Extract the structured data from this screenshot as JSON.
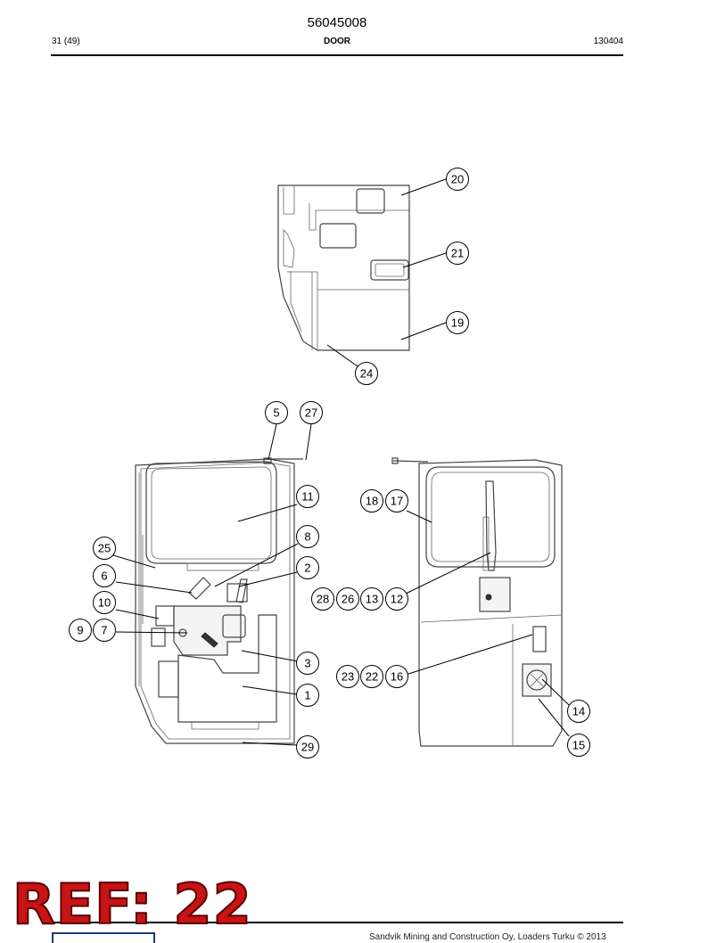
{
  "header": {
    "document_number": "56045008",
    "page": "31 (49)",
    "section_title": "DOOR",
    "date_code": "130404"
  },
  "stamp": {
    "text": "REF: 22",
    "color": "#c81414"
  },
  "footer": {
    "copyright": "Sandvik Mining and Construction Oy, Loaders Turku © 2013"
  },
  "callouts": [
    {
      "id": "20",
      "label": "20"
    },
    {
      "id": "21",
      "label": "21"
    },
    {
      "id": "19",
      "label": "19"
    },
    {
      "id": "24",
      "label": "24"
    },
    {
      "id": "5",
      "label": "5"
    },
    {
      "id": "27",
      "label": "27"
    },
    {
      "id": "11",
      "label": "11"
    },
    {
      "id": "8",
      "label": "8"
    },
    {
      "id": "2",
      "label": "2"
    },
    {
      "id": "25",
      "label": "25"
    },
    {
      "id": "6",
      "label": "6"
    },
    {
      "id": "10",
      "label": "10"
    },
    {
      "id": "9",
      "label": "9"
    },
    {
      "id": "7",
      "label": "7"
    },
    {
      "id": "3",
      "label": "3"
    },
    {
      "id": "1",
      "label": "1"
    },
    {
      "id": "29",
      "label": "29"
    },
    {
      "id": "18",
      "label": "18"
    },
    {
      "id": "17",
      "label": "17"
    },
    {
      "id": "28",
      "label": "28"
    },
    {
      "id": "26",
      "label": "26"
    },
    {
      "id": "13",
      "label": "13"
    },
    {
      "id": "12",
      "label": "12"
    },
    {
      "id": "23",
      "label": "23"
    },
    {
      "id": "22",
      "label": "22"
    },
    {
      "id": "16",
      "label": "16"
    },
    {
      "id": "14",
      "label": "14"
    },
    {
      "id": "15",
      "label": "15"
    }
  ]
}
